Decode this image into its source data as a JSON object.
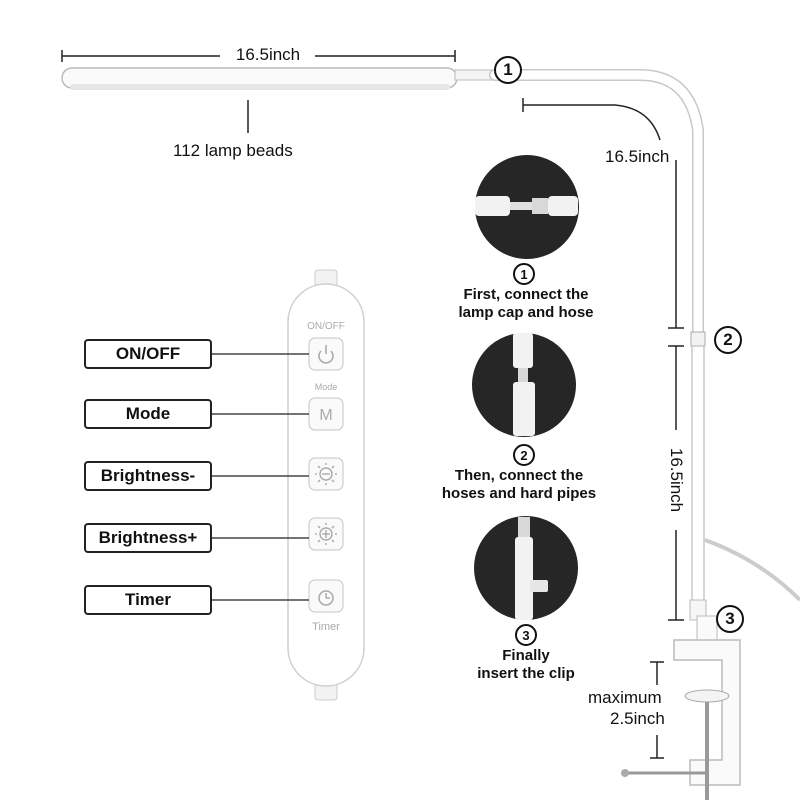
{
  "dimensions": {
    "head_width": "16.5inch",
    "arm_length": "16.5inch",
    "pole_length": "16.5inch",
    "clamp_label_line1": "maximum",
    "clamp_label_line2": "2.5inch"
  },
  "lamp_beads_label": "112 lamp beads",
  "markers": {
    "one": "1",
    "two": "2",
    "three": "3"
  },
  "controller": {
    "onoff_caption": "ON/OFF",
    "mode_caption": "Mode",
    "timer_caption": "Timer",
    "mode_glyph": "M"
  },
  "labels": {
    "onoff": "ON/OFF",
    "mode": "Mode",
    "brightness_down": "Brightness-",
    "brightness_up": "Brightness+",
    "timer": "Timer"
  },
  "steps": [
    {
      "number": "1",
      "line1": "First, connect the",
      "line2": "lamp cap and hose"
    },
    {
      "number": "2",
      "line1": "Then, connect the",
      "line2": "hoses and hard pipes"
    },
    {
      "number": "3",
      "line1": "Finally",
      "line2": "insert the clip"
    }
  ]
}
